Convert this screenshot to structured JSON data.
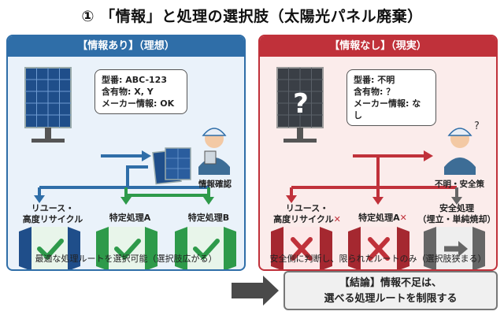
{
  "title": "① 「情報」と処理の選択肢（太陽光パネル廃棄）",
  "left": {
    "header": "【情報あり】（理想）",
    "bubble": [
      "型番: ABC-123",
      "含有物: X, Y",
      "メーカー情報: OK"
    ],
    "worker_caption": "情報確認",
    "option1": [
      "リユース・",
      "高度リサイクル"
    ],
    "option2": "特定処理A",
    "option3": "特定処理B",
    "footer": "最適な処理ルートを選択可能（選択肢広がる）"
  },
  "right": {
    "header": "【情報なし】（現実）",
    "bubble": [
      "型番: 不明",
      "含有物: ？",
      "メーカー情報: なし"
    ],
    "unknown_mark": "?",
    "worker_caption": "不明・安全策",
    "option1": [
      "リユース・",
      "高度リサイクル"
    ],
    "option2": "特定処理A",
    "option3": [
      "安全処理",
      "（埋立・単純焼却）"
    ],
    "footer": "安全側に判断し、限られたルートのみ（選択肢狭まる）"
  },
  "conclusion": [
    "【結論】情報不足は、",
    "選べる処理ルートを制限する"
  ],
  "cross_mark": "✕",
  "colors": {
    "blue": "#2f6ea8",
    "red": "#c0313a",
    "green": "#2e9a4a",
    "gray": "#666666"
  }
}
